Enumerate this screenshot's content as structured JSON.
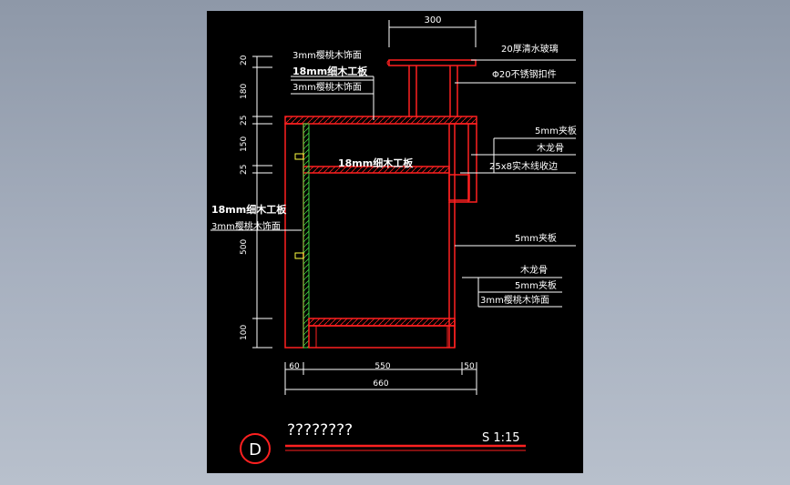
{
  "drawing": {
    "dims": {
      "top_width": "300",
      "v1": "20",
      "v2": "180",
      "v3": "25",
      "v4": "150",
      "v5": "25",
      "v6": "500",
      "v7": "100",
      "b1": "60",
      "b2": "550",
      "b3": "50",
      "total": "660"
    },
    "labels_left": {
      "a1": "3mm樱桃木饰面",
      "a2": "18mm细木工板",
      "a3": "3mm樱桃木饰面",
      "mid": "18mm细木工板",
      "b1": "18mm细木工板",
      "b2": "3mm樱桃木饰面"
    },
    "labels_right": {
      "r1": "20厚清水玻璃",
      "r2": "Φ20不锈钢扣件",
      "r3": "5mm夹板",
      "r4": "木龙骨",
      "r5": "25x8实木线收边",
      "r6": "5mm夹板",
      "r7": "木龙骨",
      "r8": "5mm夹板",
      "r9": "3mm樱桃木饰面"
    },
    "title_block": {
      "section_letter": "D",
      "title": "????????",
      "scale": "S 1:15"
    }
  }
}
